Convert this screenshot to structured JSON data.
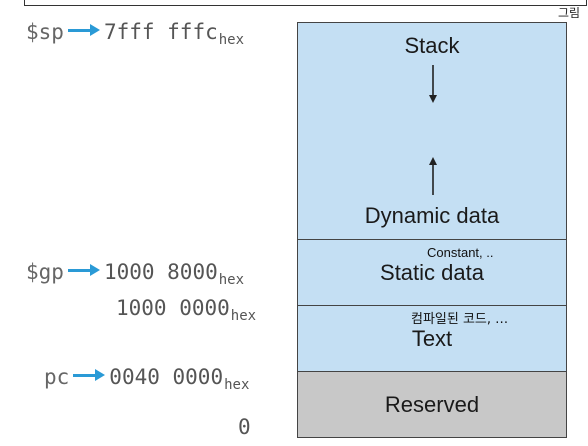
{
  "corner_note": "그림",
  "addresses": {
    "sp": {
      "register": "$sp",
      "value": "7fff fffc",
      "suffix": "hex"
    },
    "gp": {
      "register": "$gp",
      "value": "1000 8000",
      "suffix": "hex"
    },
    "text_start": {
      "value": "1000 0000",
      "suffix": "hex"
    },
    "pc": {
      "register": "pc",
      "value": "0040 0000",
      "suffix": "hex"
    },
    "zero": {
      "value": "0"
    }
  },
  "segments": {
    "stack": "Stack",
    "dynamic": "Dynamic data",
    "static": "Static data",
    "static_note": "Constant, ..",
    "text": "Text",
    "text_note": "컴파일된 코드, …",
    "reserved": "Reserved"
  },
  "colors": {
    "segment_fill": "#c4dff3",
    "reserved_fill": "#c8c8c8",
    "arrow": "#2a9ad6"
  }
}
